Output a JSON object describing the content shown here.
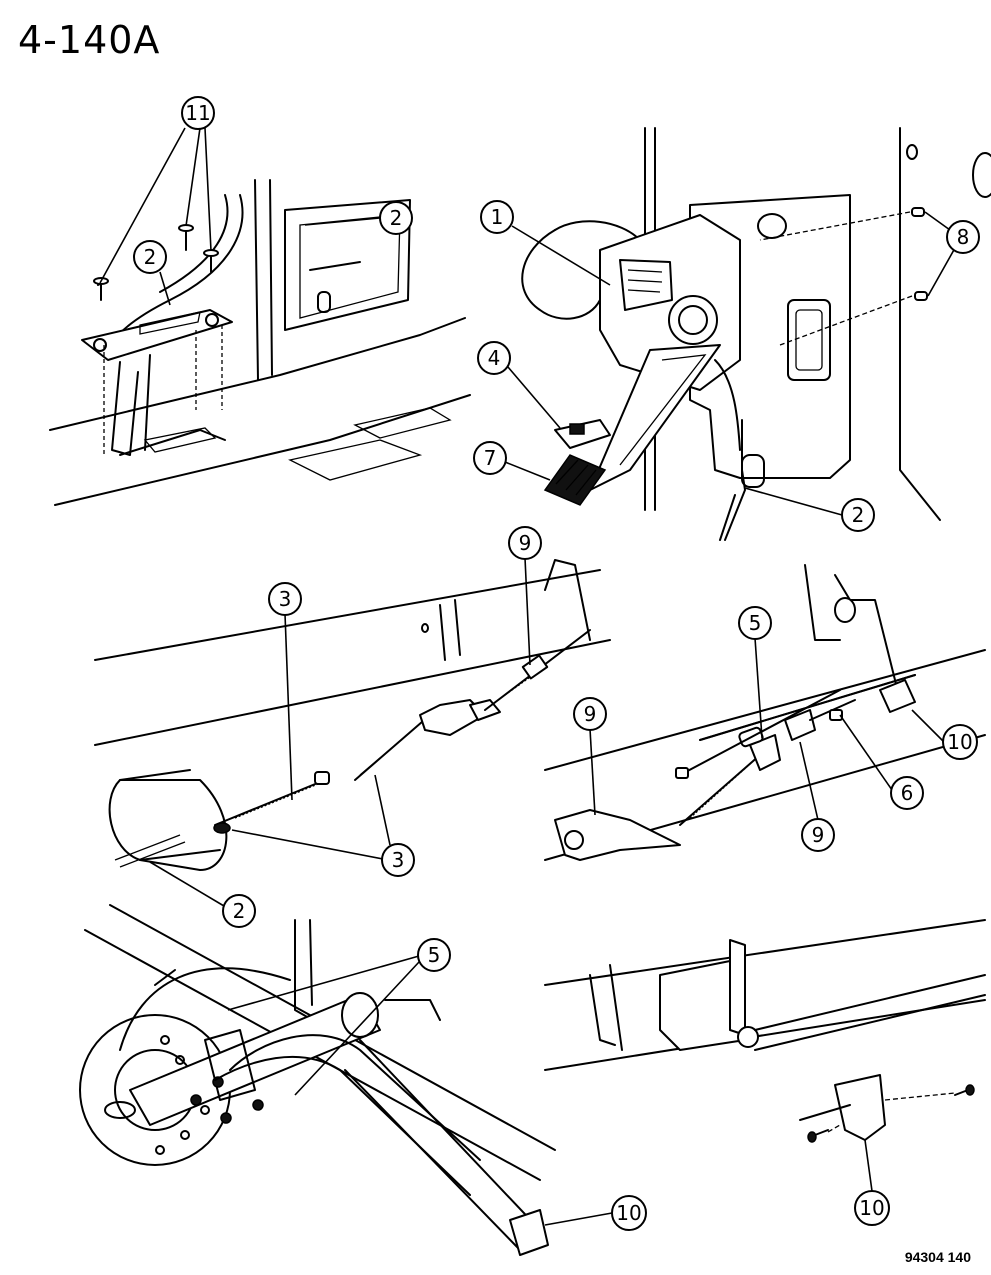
{
  "page": {
    "title": "4-140A",
    "figure_code": "94304 140"
  },
  "callouts": [
    {
      "id": "c11",
      "label": "11"
    },
    {
      "id": "c2a",
      "label": "2"
    },
    {
      "id": "c2b",
      "label": "2"
    },
    {
      "id": "c1",
      "label": "1"
    },
    {
      "id": "c8",
      "label": "8"
    },
    {
      "id": "c4",
      "label": "4"
    },
    {
      "id": "c7",
      "label": "7"
    },
    {
      "id": "c2c",
      "label": "2"
    },
    {
      "id": "c9a",
      "label": "9"
    },
    {
      "id": "c3a",
      "label": "3"
    },
    {
      "id": "c3b",
      "label": "3"
    },
    {
      "id": "c2d",
      "label": "2"
    },
    {
      "id": "c5a",
      "label": "5"
    },
    {
      "id": "c9b",
      "label": "9"
    },
    {
      "id": "c10a",
      "label": "10"
    },
    {
      "id": "c6",
      "label": "6"
    },
    {
      "id": "c9c",
      "label": "9"
    },
    {
      "id": "c5b",
      "label": "5"
    },
    {
      "id": "c10b",
      "label": "10"
    },
    {
      "id": "c10c",
      "label": "10"
    }
  ]
}
